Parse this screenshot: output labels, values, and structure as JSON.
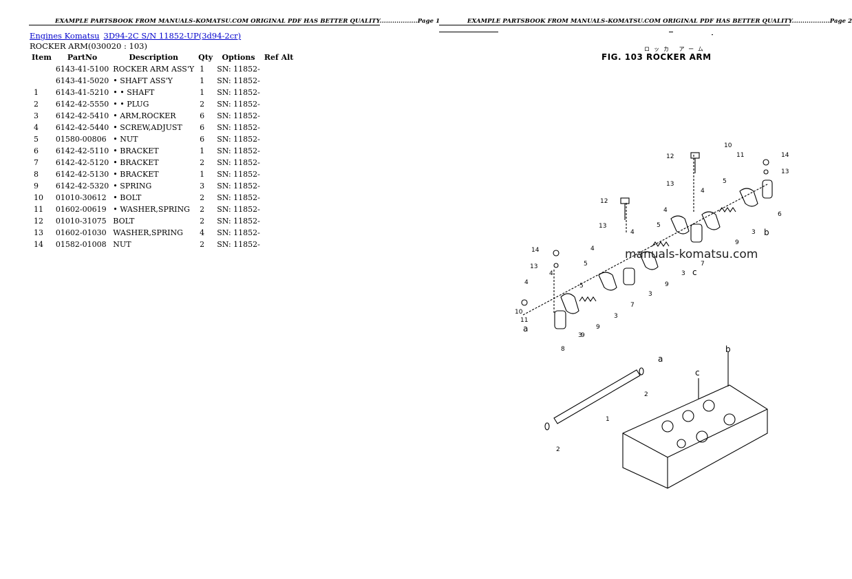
{
  "headers": {
    "left": "EXAMPLE PARTSBOOK FROM MANUALS-KOMATSU.COM ORIGINAL PDF HAS BETTER QUALITY..................Page 1",
    "right": "EXAMPLE PARTSBOOK FROM MANUALS-KOMATSU.COM ORIGINAL PDF HAS BETTER QUALITY..................Page 2"
  },
  "breadcrumb": {
    "link1": "Engines Komatsu",
    "link2": "3D94-2C S/N 11852-UP(3d94-2cr)"
  },
  "section_title": "ROCKER ARM(030020 : 103)",
  "table": {
    "columns": [
      "Item",
      "PartNo",
      "Description",
      "Qty",
      "Options",
      "Ref Alt"
    ],
    "rows": [
      {
        "item": "",
        "partno": "6143-41-5100",
        "desc": "ROCKER ARM ASS'Y",
        "qty": "1",
        "options": "SN: 11852-",
        "refalt": ""
      },
      {
        "item": "",
        "partno": "6143-41-5020",
        "desc": "• SHAFT ASS'Y",
        "qty": "1",
        "options": "SN: 11852-",
        "refalt": ""
      },
      {
        "item": "1",
        "partno": "6143-41-5210",
        "desc": "• • SHAFT",
        "qty": "1",
        "options": "SN: 11852-",
        "refalt": ""
      },
      {
        "item": "2",
        "partno": "6142-42-5550",
        "desc": "• • PLUG",
        "qty": "2",
        "options": "SN: 11852-",
        "refalt": ""
      },
      {
        "item": "3",
        "partno": "6142-42-5410",
        "desc": "• ARM,ROCKER",
        "qty": "6",
        "options": "SN: 11852-",
        "refalt": ""
      },
      {
        "item": "4",
        "partno": "6142-42-5440",
        "desc": "• SCREW,ADJUST",
        "qty": "6",
        "options": "SN: 11852-",
        "refalt": ""
      },
      {
        "item": "5",
        "partno": "01580-00806",
        "desc": "• NUT",
        "qty": "6",
        "options": "SN: 11852-",
        "refalt": ""
      },
      {
        "item": "6",
        "partno": "6142-42-5110",
        "desc": "• BRACKET",
        "qty": "1",
        "options": "SN: 11852-",
        "refalt": ""
      },
      {
        "item": "7",
        "partno": "6142-42-5120",
        "desc": "• BRACKET",
        "qty": "2",
        "options": "SN: 11852-",
        "refalt": ""
      },
      {
        "item": "8",
        "partno": "6142-42-5130",
        "desc": "• BRACKET",
        "qty": "1",
        "options": "SN: 11852-",
        "refalt": ""
      },
      {
        "item": "9",
        "partno": "6142-42-5320",
        "desc": "• SPRING",
        "qty": "3",
        "options": "SN: 11852-",
        "refalt": ""
      },
      {
        "item": "10",
        "partno": "01010-30612",
        "desc": "• BOLT",
        "qty": "2",
        "options": "SN: 11852-",
        "refalt": ""
      },
      {
        "item": "11",
        "partno": "01602-00619",
        "desc": "• WASHER,SPRING",
        "qty": "2",
        "options": "SN: 11852-",
        "refalt": ""
      },
      {
        "item": "12",
        "partno": "01010-31075",
        "desc": "BOLT",
        "qty": "2",
        "options": "SN: 11852-",
        "refalt": ""
      },
      {
        "item": "13",
        "partno": "01602-01030",
        "desc": "WASHER,SPRING",
        "qty": "4",
        "options": "SN: 11852-",
        "refalt": ""
      },
      {
        "item": "14",
        "partno": "01582-01008",
        "desc": "NUT",
        "qty": "2",
        "options": "SN: 11852-",
        "refalt": ""
      }
    ]
  },
  "figure": {
    "kana": "ロッカ アーム",
    "title": "FIG. 103   ROCKER  ARM",
    "watermark": "manuals-komatsu.com",
    "callouts": [
      "10",
      "11",
      "12",
      "13",
      "14",
      "13",
      "14",
      "12",
      "13",
      "4",
      "5",
      "4",
      "5",
      "4",
      "5",
      "4",
      "5",
      "4",
      "5",
      "6",
      "3",
      "3",
      "3",
      "3",
      "3",
      "9",
      "9",
      "9",
      "7",
      "7",
      "8",
      "10",
      "11",
      "1",
      "2",
      "2",
      "a",
      "b",
      "c",
      "a",
      "b",
      "c"
    ]
  }
}
